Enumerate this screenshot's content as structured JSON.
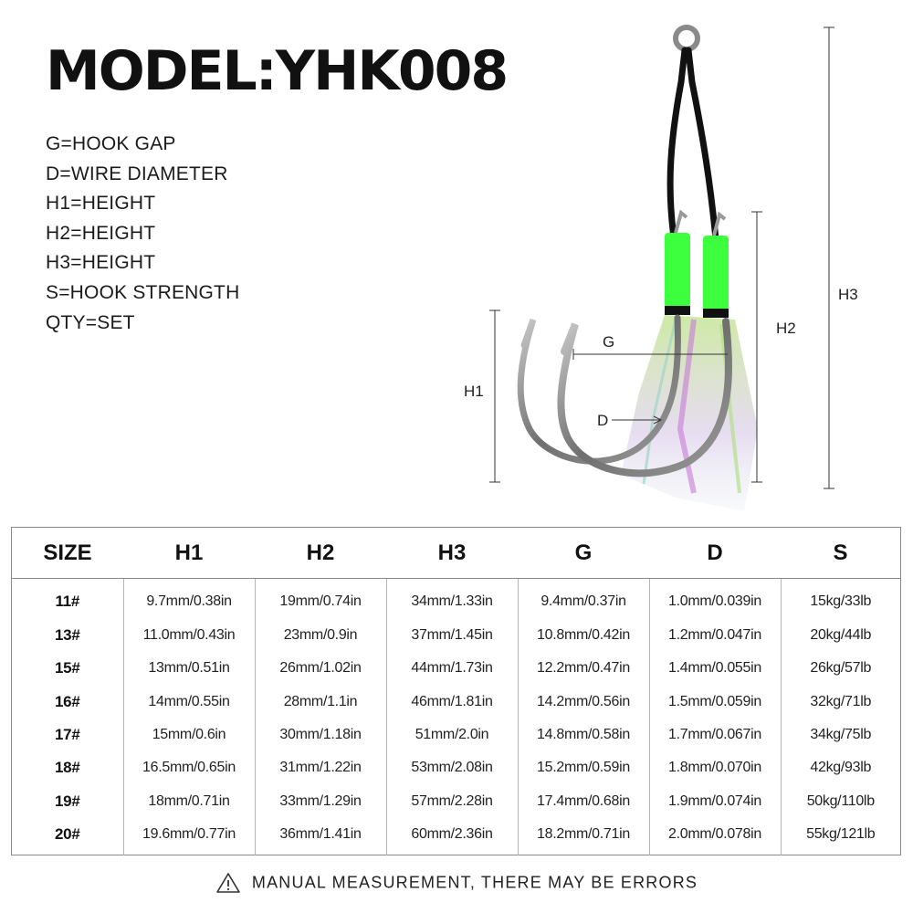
{
  "title": "MODEL:YHK008",
  "legend": [
    "G=HOOK GAP",
    "D=WIRE DIAMETER",
    "H1=HEIGHT",
    "H2=HEIGHT",
    "H3=HEIGHT",
    "S=HOOK STRENGTH",
    "QTY=SET"
  ],
  "diagram": {
    "labels": {
      "h1": "H1",
      "h2": "H2",
      "h3": "H3",
      "g": "G",
      "d": "D"
    },
    "colors": {
      "cord": "#111111",
      "wrap": "#3dff3d",
      "hook": "#707070",
      "flash": "#c8d8a8",
      "line": "#333333"
    }
  },
  "table": {
    "headers": [
      "SIZE",
      "H1",
      "H2",
      "H3",
      "G",
      "D",
      "S"
    ],
    "rows": [
      [
        "11#",
        "9.7mm/0.38in",
        "19mm/0.74in",
        "34mm/1.33in",
        "9.4mm/0.37in",
        "1.0mm/0.039in",
        "15kg/33lb"
      ],
      [
        "13#",
        "11.0mm/0.43in",
        "23mm/0.9in",
        "37mm/1.45in",
        "10.8mm/0.42in",
        "1.2mm/0.047in",
        "20kg/44lb"
      ],
      [
        "15#",
        "13mm/0.51in",
        "26mm/1.02in",
        "44mm/1.73in",
        "12.2mm/0.47in",
        "1.4mm/0.055in",
        "26kg/57lb"
      ],
      [
        "16#",
        "14mm/0.55in",
        "28mm/1.1in",
        "46mm/1.81in",
        "14.2mm/0.56in",
        "1.5mm/0.059in",
        "32kg/71lb"
      ],
      [
        "17#",
        "15mm/0.6in",
        "30mm/1.18in",
        "51mm/2.0in",
        "14.8mm/0.58in",
        "1.7mm/0.067in",
        "34kg/75lb"
      ],
      [
        "18#",
        "16.5mm/0.65in",
        "31mm/1.22in",
        "53mm/2.08in",
        "15.2mm/0.59in",
        "1.8mm/0.070in",
        "42kg/93lb"
      ],
      [
        "19#",
        "18mm/0.71in",
        "33mm/1.29in",
        "57mm/2.28in",
        "17.4mm/0.68in",
        "1.9mm/0.074in",
        "50kg/110lb"
      ],
      [
        "20#",
        "19.6mm/0.77in",
        "36mm/1.41in",
        "60mm/2.36in",
        "18.2mm/0.71in",
        "2.0mm/0.078in",
        "55kg/121lb"
      ]
    ]
  },
  "footer": {
    "icon": "warning-triangle-icon",
    "text": "MANUAL MEASUREMENT, THERE MAY BE ERRORS"
  }
}
